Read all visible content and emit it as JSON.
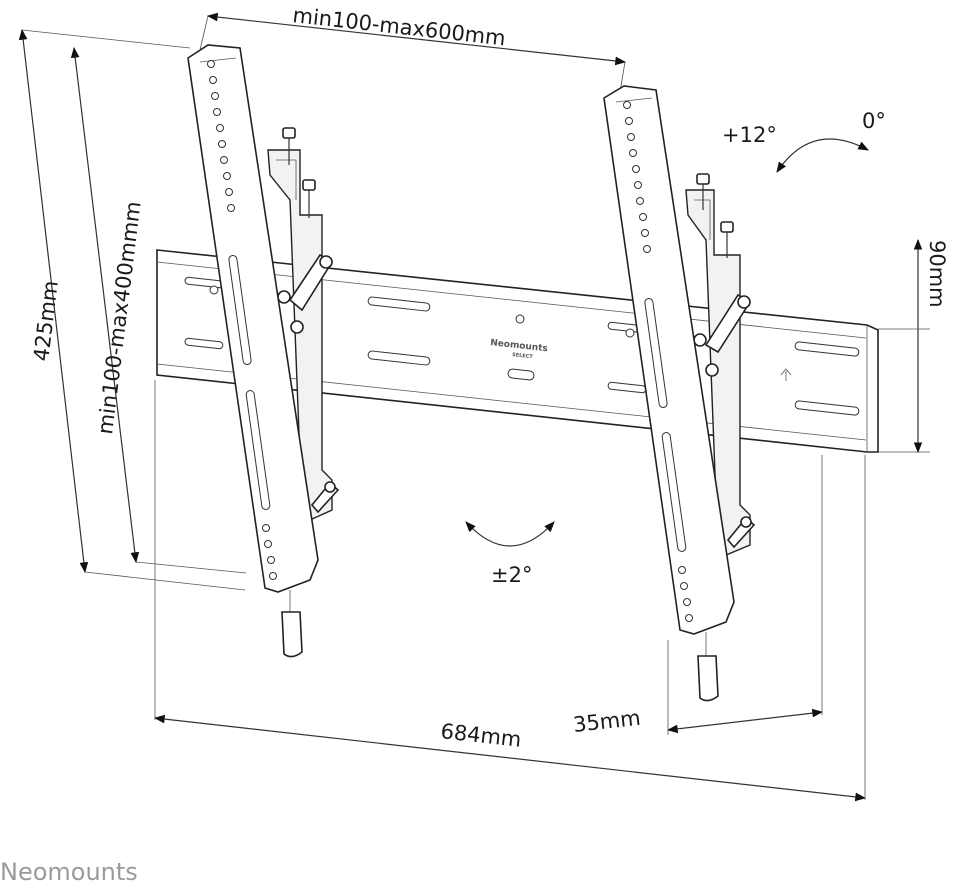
{
  "dimensions": {
    "width_range": "min100-max600mm",
    "height_range": "min100-max400mmm",
    "total_height": "425mm",
    "rail_height": "90mm",
    "total_width": "684mm",
    "depth": "35mm"
  },
  "tilt": {
    "forward": "+12°",
    "neutral": "0°",
    "level": "±2°"
  },
  "rail_logo": {
    "brand": "Neomounts",
    "line": "SELECT"
  },
  "footer": {
    "brand": "Neomounts"
  },
  "colors": {
    "line": "#222222",
    "brand_gray": "#9a9a9a"
  }
}
